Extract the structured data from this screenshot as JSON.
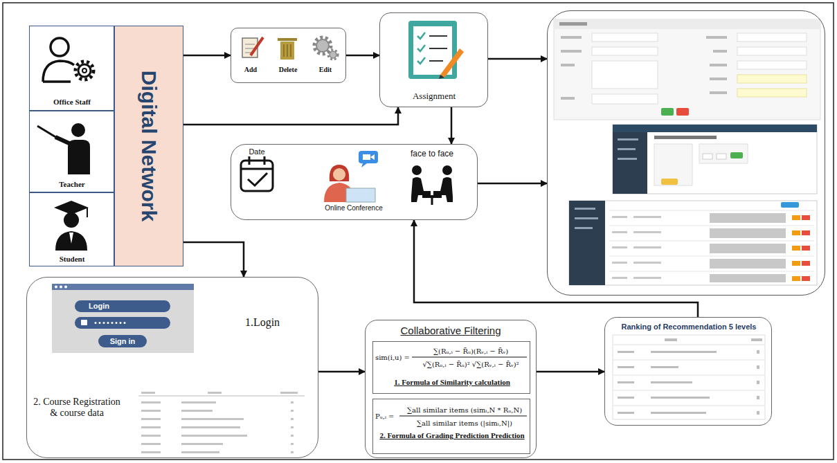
{
  "diagram": {
    "nodes": [
      {
        "text": [
          "Office Staff"
        ]
      },
      {
        "text": [
          "Teacher"
        ]
      },
      {
        "text": [
          "Student"
        ]
      },
      {
        "text": [
          "Digital Network"
        ]
      },
      {
        "text": [
          "Add",
          "Delete",
          "Edit"
        ]
      },
      {
        "text": [
          "Assignment"
        ]
      },
      {
        "text": [
          "Date",
          "Online Conference",
          "face to face"
        ]
      },
      {
        "text": []
      },
      {
        "text": [
          "1.Login",
          "2. Course Registration & course data"
        ]
      },
      {
        "text": [
          "Collaborative Filtering"
        ]
      },
      {
        "text": [
          "sim(i,u) =",
          "∑(Rᵤ,ᵢ − R̄ᵤ)(Rᵥ,ᵢ − R̄ᵥ)",
          "√∑(Rᵤ,ᵢ − R̄ᵤ)² √∑(Rᵥ,ᵢ − R̄ᵥ)²",
          "1. Formula of Similarity calculation"
        ],
        "in": 9
      },
      {
        "text": [
          "Pᵤ,ᵢ =",
          "∑all similar items (simᵢ,N * Rᵤ,N)",
          "∑all similar items (|simᵢ,N|)",
          "2. Formula of Grading Prediction Prediction"
        ],
        "in": 9
      },
      {
        "text": [
          "Ranking of Recommendation 5 levels"
        ]
      }
    ],
    "edges": [
      {
        "from": 3,
        "to": 4,
        "arrow": "to"
      },
      {
        "from": 4,
        "to": 5,
        "arrow": "to"
      },
      {
        "from": 3,
        "to": 5,
        "arrow": "to"
      },
      {
        "from": 5,
        "to": 7,
        "arrow": "to"
      },
      {
        "from": 5,
        "to": 6,
        "arrow": "to"
      },
      {
        "from": 6,
        "to": 7,
        "arrow": "to"
      },
      {
        "from": 3,
        "to": 8,
        "arrow": "to"
      },
      {
        "from": 8,
        "to": 9,
        "arrow": "to"
      },
      {
        "from": 9,
        "to": 12,
        "arrow": "to"
      },
      {
        "from": 12,
        "to": 6,
        "arrow": "to"
      }
    ],
    "labels": [
      "Login",
      "Sign in"
    ]
  }
}
